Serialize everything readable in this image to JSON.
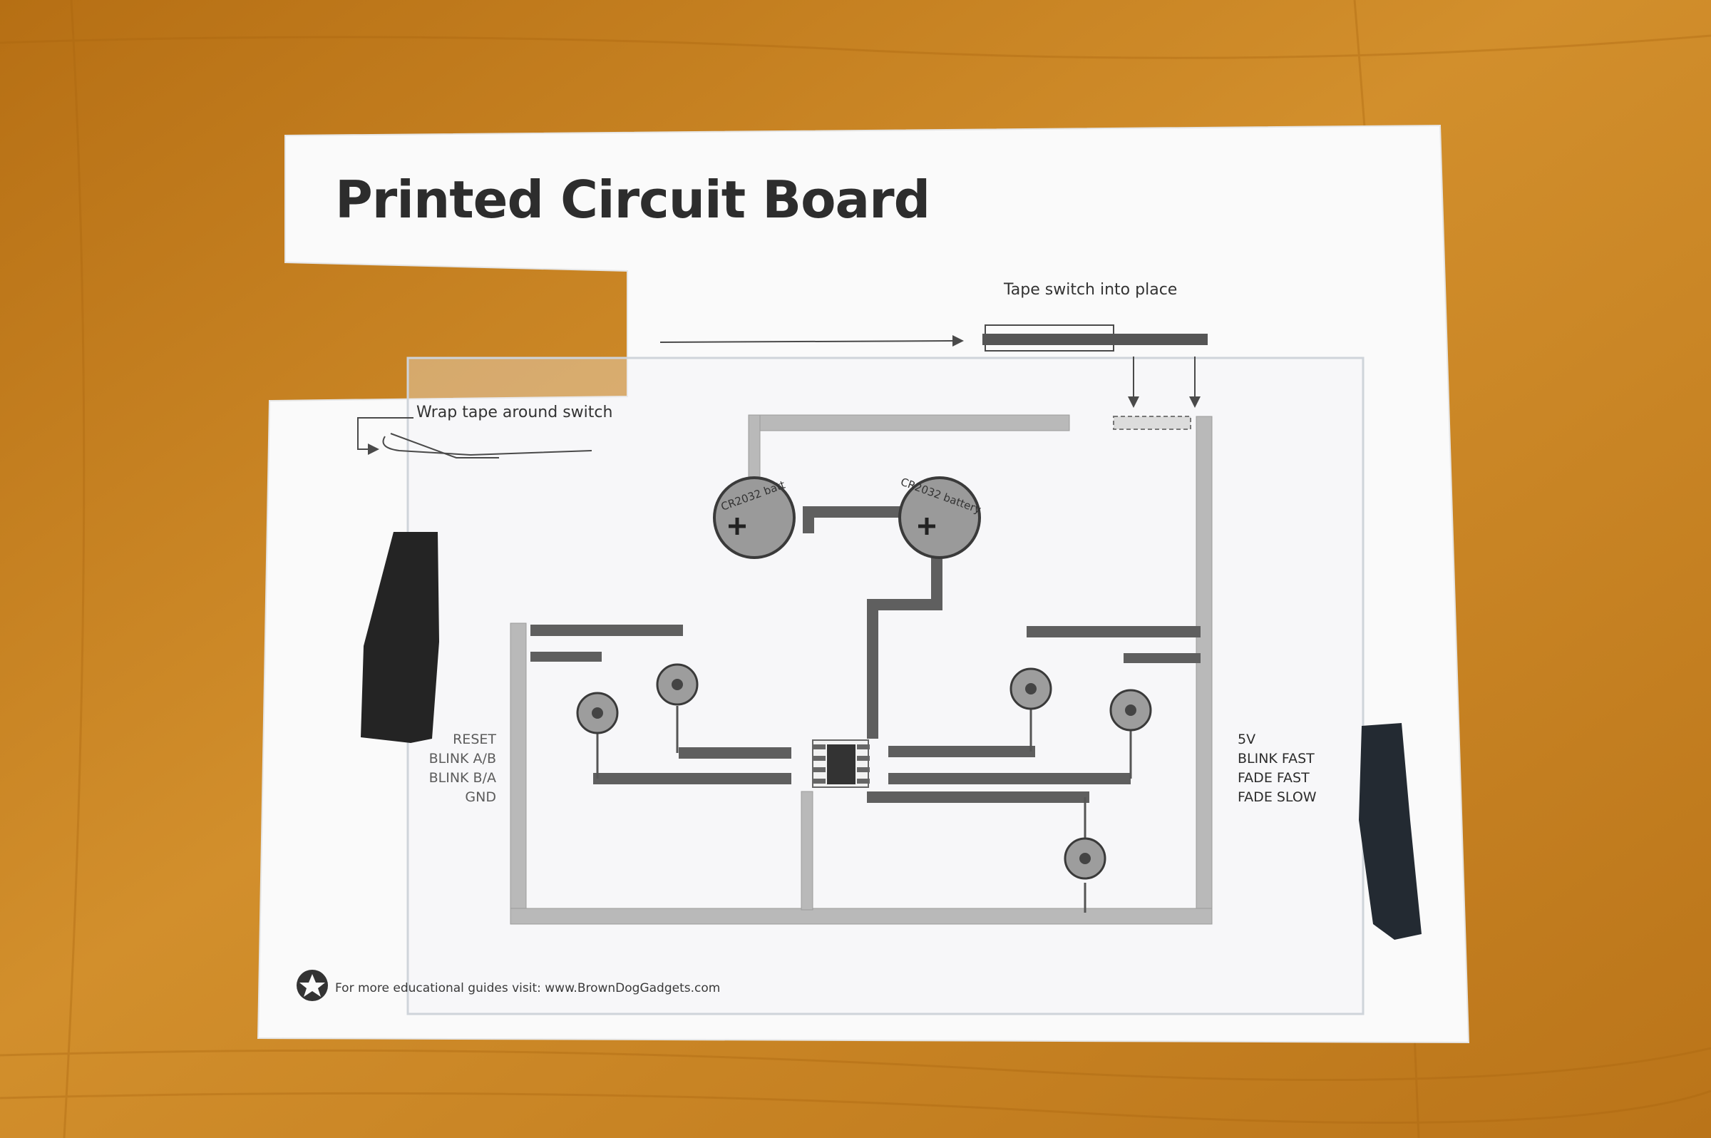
{
  "title": "Printed Circuit Board",
  "notes": {
    "switch": "Tape switch into place",
    "wrap": "Wrap tape around switch"
  },
  "batteries": [
    "CR2032 batt",
    "CR2032 battery"
  ],
  "left_pins": [
    "RESET",
    "BLINK A/B",
    "BLINK B/A",
    "GND"
  ],
  "right_pins": [
    "5V",
    "BLINK FAST",
    "FADE FAST",
    "FADE SLOW"
  ],
  "footer": "For more educational guides visit: www.BrownDogGadgets.com",
  "colors": {
    "table": "#c9801f",
    "paper": "#fafafa",
    "trace": "#b7b7b7",
    "ink": "#4a4a4a",
    "tape": "#222222"
  }
}
